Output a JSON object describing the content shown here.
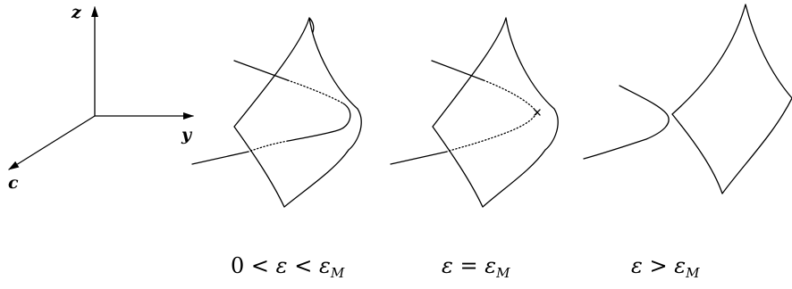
{
  "axes": {
    "z_label": "z",
    "y_label": "y",
    "c_label": "c"
  },
  "captions": [
    {
      "lhs": "0",
      "rel1": "<",
      "eps": "ε",
      "rel2": "<",
      "sym": "ε",
      "sub": "M"
    },
    {
      "lhs": "",
      "rel1": "",
      "eps": "ε",
      "rel2": "=",
      "sym": "ε",
      "sub": "M"
    },
    {
      "lhs": "",
      "rel1": "",
      "eps": "ε",
      "rel2": ">",
      "sym": "ε",
      "sub": "M"
    }
  ]
}
